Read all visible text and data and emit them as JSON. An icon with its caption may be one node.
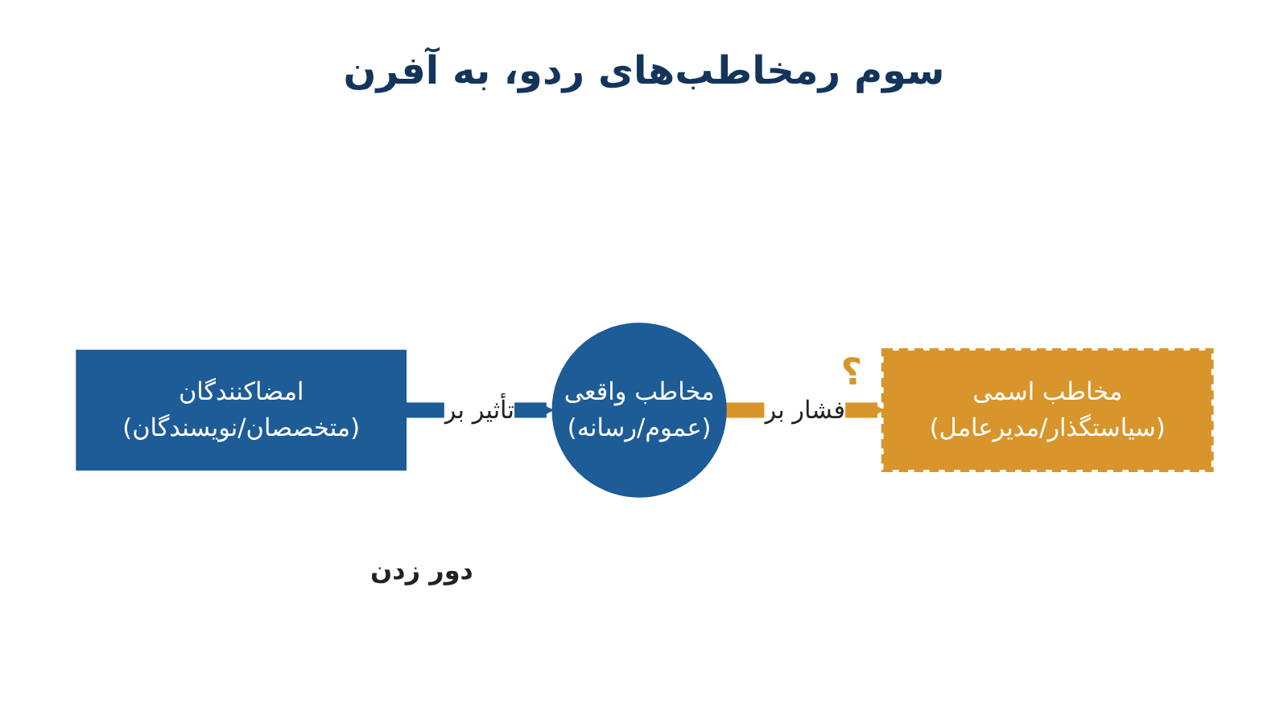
{
  "diagram": {
    "title": "سوم رمخاطب‌های ردو، به آفرن",
    "nodes": [
      {
        "text": [
          "امضاکنندگان",
          "(متخصصان/نویسندگان)"
        ]
      },
      {
        "text": [
          "مخاطب واقعی",
          "(عموم/رسانه)"
        ]
      },
      {
        "text": [
          "مخاطب اسمی",
          "(سیاستگذار/مدیرعامل)"
        ],
        "beside": [
          "؟"
        ]
      }
    ],
    "edges": [
      {
        "from": 0,
        "to": 1,
        "arrow": "to",
        "label": "تأثیر بر",
        "color": "#1d5c96"
      },
      {
        "from": 1,
        "to": 2,
        "arrow": "to",
        "label": "فشار بر",
        "color": "#d8952c"
      }
    ],
    "labels": [
      "دور زدن"
    ]
  }
}
